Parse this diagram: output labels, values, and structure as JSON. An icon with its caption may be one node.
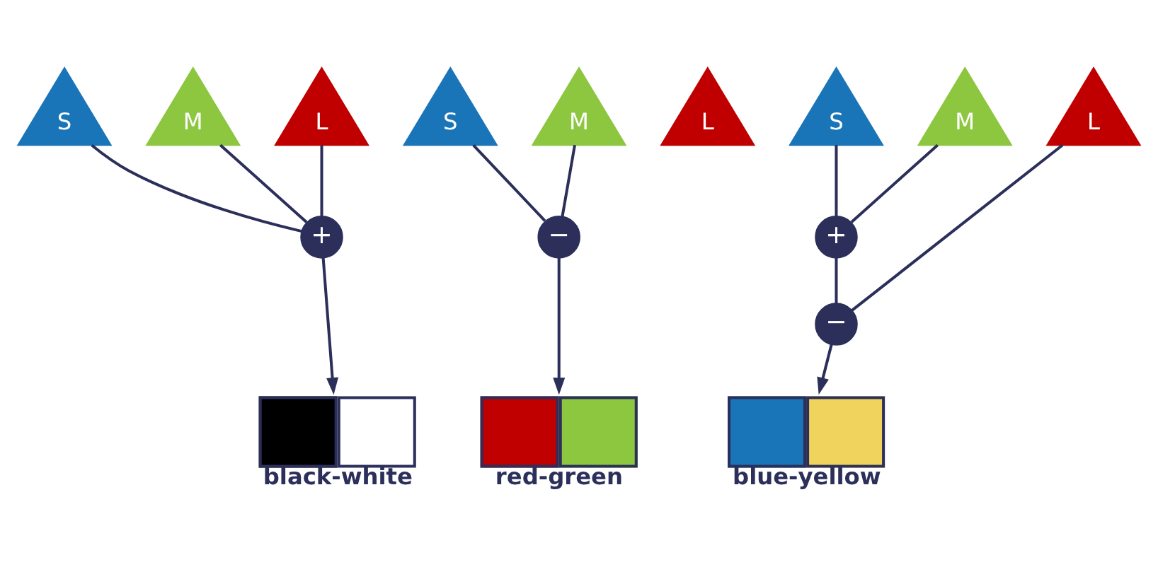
{
  "diagram": {
    "nodes": [
      {
        "text": [
          "S"
        ]
      },
      {
        "text": [
          "M"
        ]
      },
      {
        "text": [
          "L"
        ]
      },
      {
        "text": [
          "+"
        ]
      },
      {
        "text": [],
        "shape": "box",
        "beside": [
          "black-white"
        ]
      },
      {
        "text": [
          "S"
        ]
      },
      {
        "text": [
          "M"
        ]
      },
      {
        "text": [
          "L"
        ]
      },
      {
        "text": [
          "−"
        ]
      },
      {
        "text": [],
        "shape": "box",
        "beside": [
          "red-green"
        ]
      },
      {
        "text": [
          "S"
        ]
      },
      {
        "text": [
          "M"
        ]
      },
      {
        "text": [
          "L"
        ]
      },
      {
        "text": [
          "+"
        ]
      },
      {
        "text": [
          "−"
        ]
      },
      {
        "text": [],
        "shape": "box",
        "beside": [
          "blue-yellow"
        ]
      }
    ],
    "edges": [
      {
        "from": 0,
        "to": 3,
        "arrow": "none"
      },
      {
        "from": 1,
        "to": 3,
        "arrow": "none"
      },
      {
        "from": 2,
        "to": 3,
        "arrow": "none"
      },
      {
        "from": 3,
        "to": 4,
        "arrow": "to"
      },
      {
        "from": 5,
        "to": 8,
        "arrow": "none"
      },
      {
        "from": 6,
        "to": 8,
        "arrow": "none"
      },
      {
        "from": 8,
        "to": 9,
        "arrow": "to"
      },
      {
        "from": 10,
        "to": 13,
        "arrow": "none"
      },
      {
        "from": 11,
        "to": 13,
        "arrow": "none"
      },
      {
        "from": 13,
        "to": 14,
        "arrow": "none"
      },
      {
        "from": 12,
        "to": 14,
        "arrow": "none"
      },
      {
        "from": 14,
        "to": 15,
        "arrow": "to"
      }
    ]
  }
}
